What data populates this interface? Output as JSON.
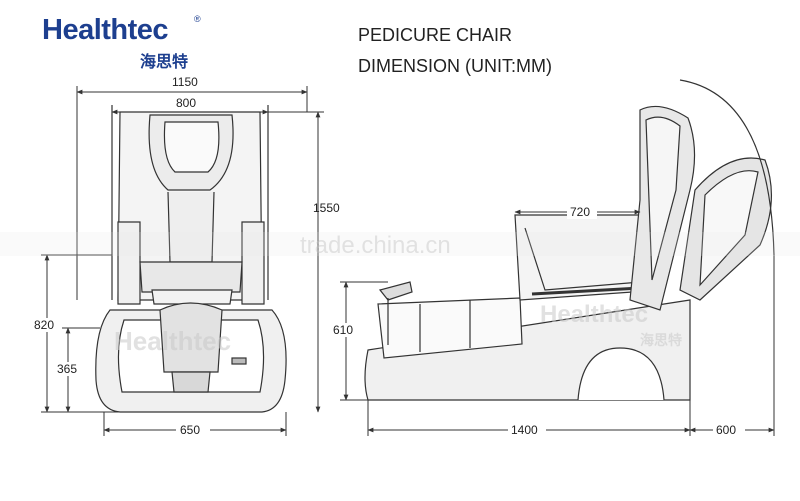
{
  "brand": {
    "name": "Healthtec",
    "registered_mark": "®",
    "chinese_name": "海思特"
  },
  "title": {
    "line1": "PEDICURE CHAIR",
    "line2": "DIMENSION (UNIT:MM)"
  },
  "front_view": {
    "overall_width": "1150",
    "seat_width": "800",
    "height": "1550",
    "base_height": "820",
    "basin_height": "365",
    "base_width": "650"
  },
  "side_view": {
    "seat_depth": "720",
    "basin_height": "610",
    "length": "1400",
    "recline_extension": "600"
  },
  "watermarks": {
    "site": "trade.china.cn",
    "brand": "Healthtec",
    "chinese_name": "海思特"
  }
}
